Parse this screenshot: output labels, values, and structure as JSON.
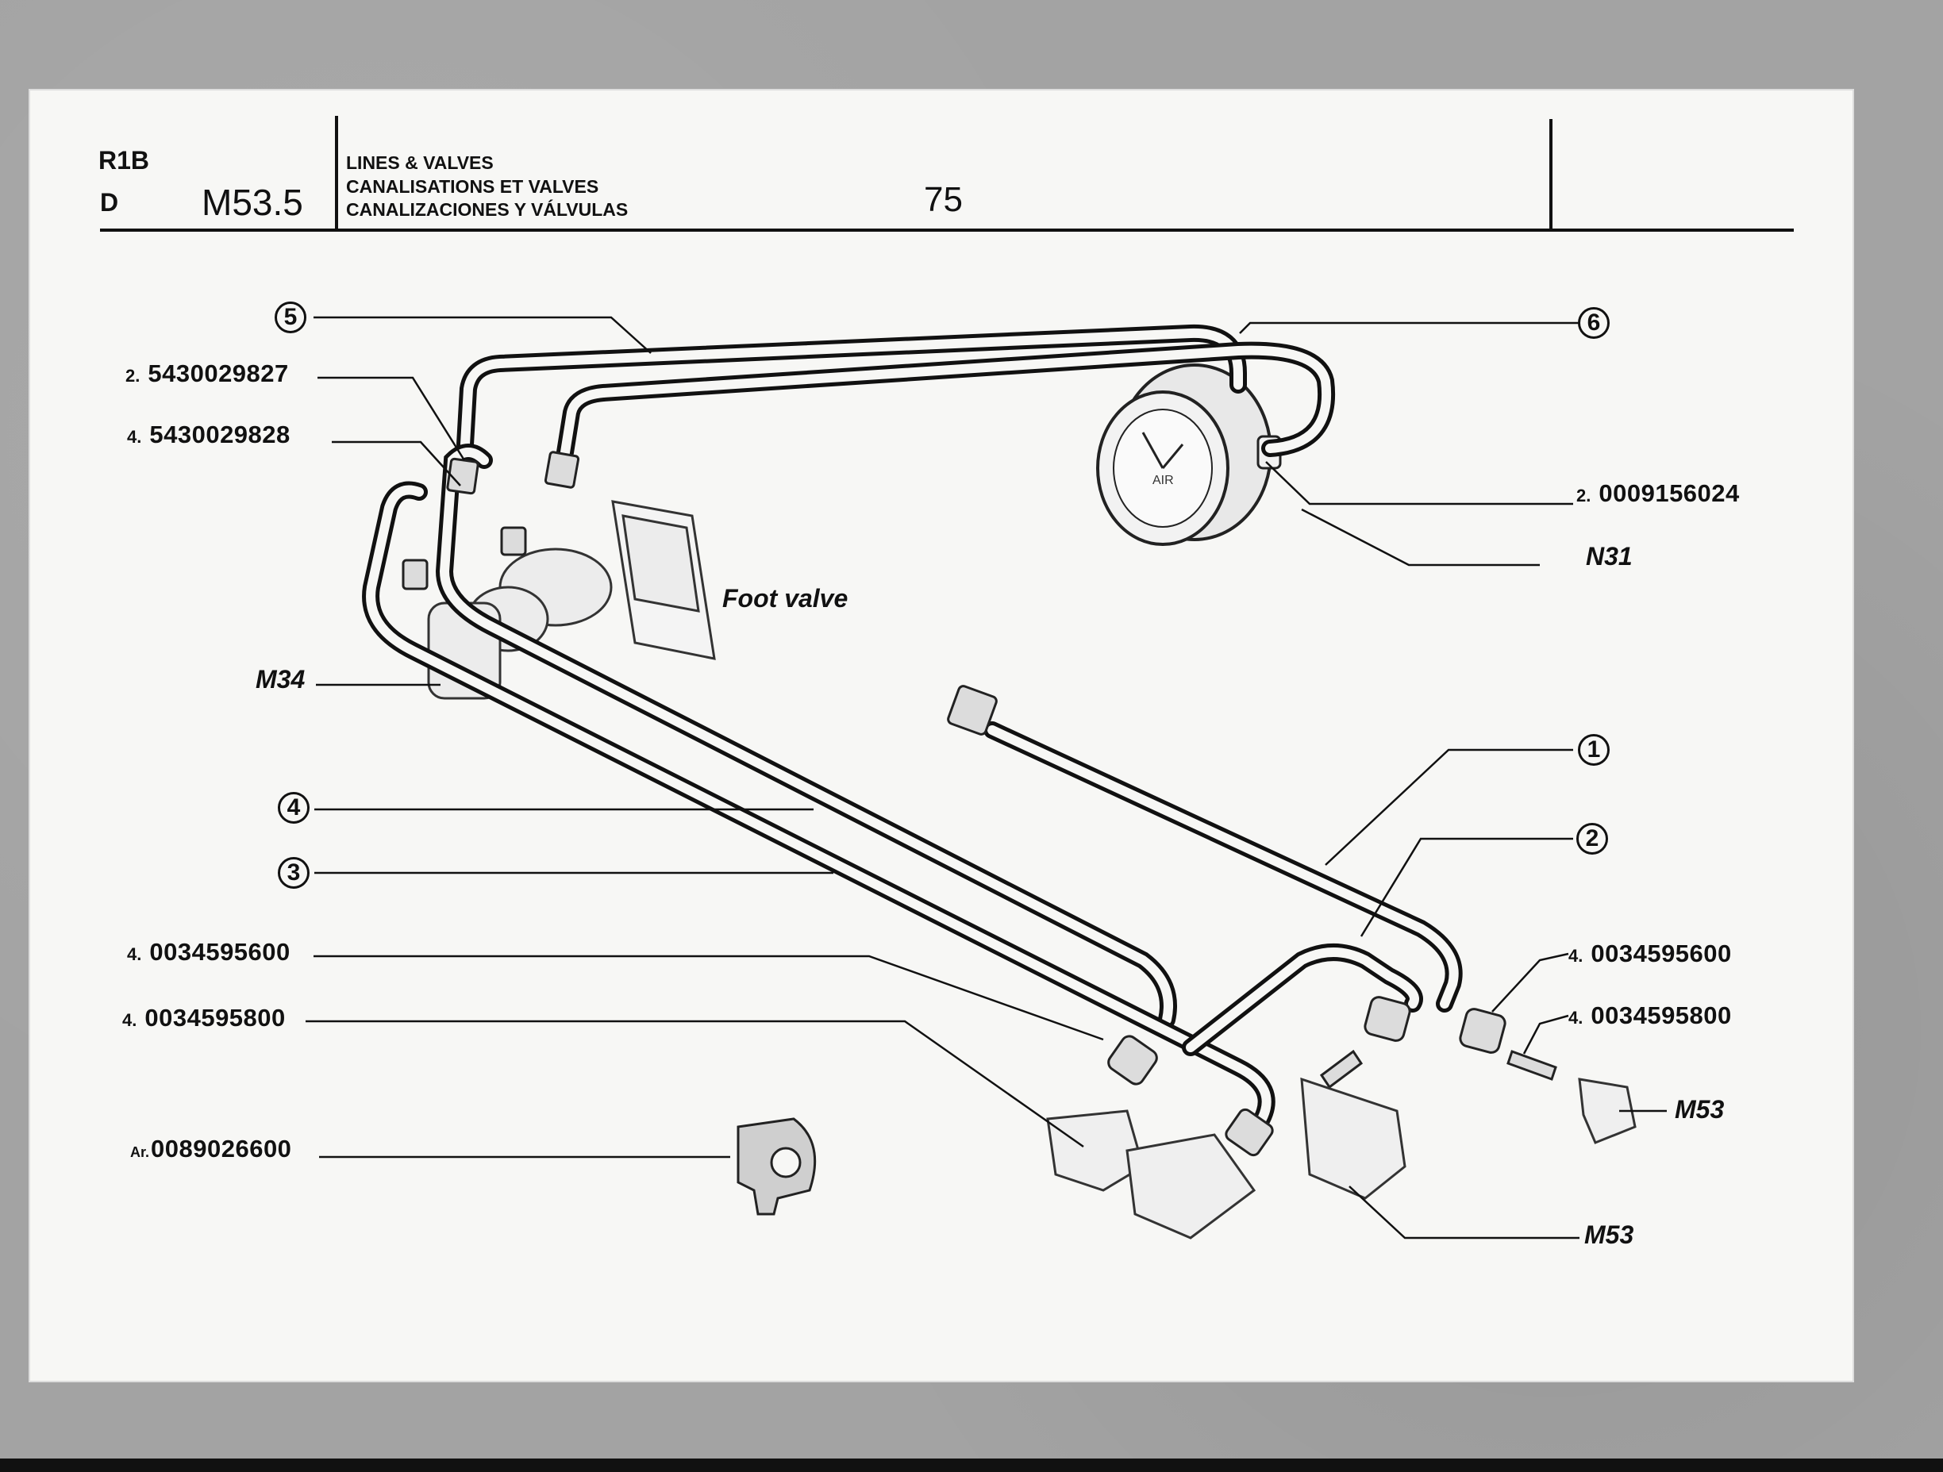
{
  "header": {
    "model_top": "R1B",
    "model_bottom": "D",
    "section_code": "M53.5",
    "title_en": "LINES & VALVES",
    "title_fr": "CANALISATIONS ET VALVES",
    "title_es": "CANALIZACIONES Y VÁLVULAS",
    "page_number": "75"
  },
  "callouts": [
    "5",
    "6",
    "4",
    "3",
    "1",
    "2"
  ],
  "part_labels": [
    {
      "qty": "2.",
      "part_number": "5430029827"
    },
    {
      "qty": "4.",
      "part_number": "5430029828"
    },
    {
      "qty": "4.",
      "part_number": "0034595600"
    },
    {
      "qty": "4.",
      "part_number": "0034595800"
    },
    {
      "qty": "Ar.",
      "part_number": "0089026600"
    },
    {
      "qty": "2.",
      "part_number": "0009156024"
    },
    {
      "qty": "4.",
      "part_number": "0034595600"
    },
    {
      "qty": "4.",
      "part_number": "0034595800"
    }
  ],
  "references": {
    "n31": "N31",
    "m34": "M34",
    "m53_small": "M53",
    "m53_main": "M53"
  },
  "annotation": "Foot valve"
}
